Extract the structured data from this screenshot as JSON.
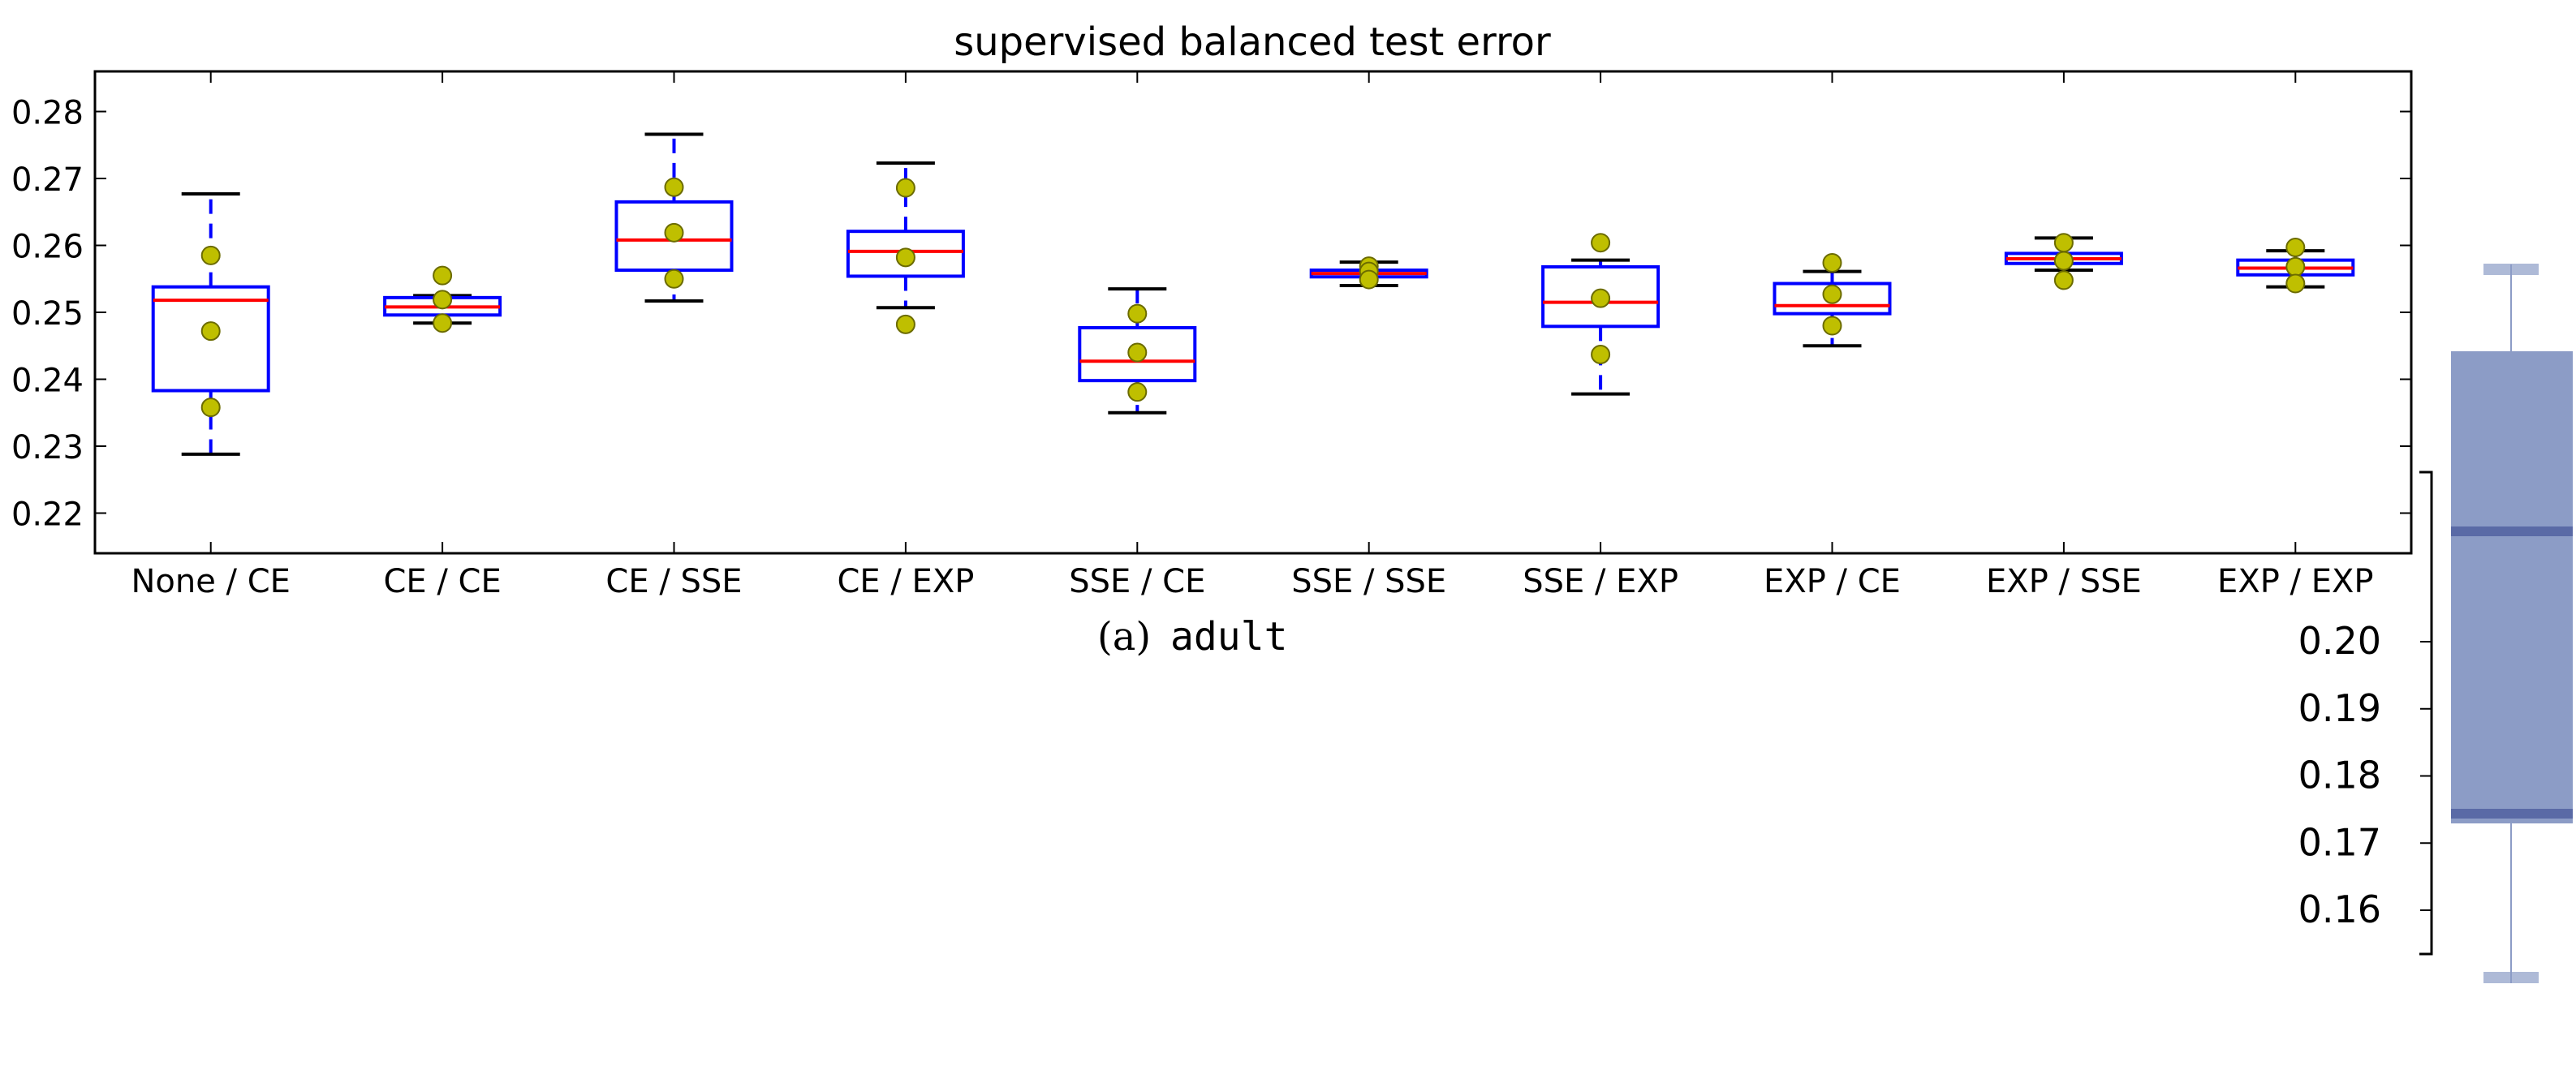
{
  "chart_data": {
    "type": "box",
    "title": "supervised balanced test error",
    "caption": {
      "prefix": "(a)",
      "name": "adult"
    },
    "ylim": [
      0.214,
      0.286
    ],
    "yticks": [
      0.22,
      0.23,
      0.24,
      0.25,
      0.26,
      0.27,
      0.28
    ],
    "categories": [
      "None / CE",
      "CE / CE",
      "CE / SSE",
      "CE / EXP",
      "SSE / CE",
      "SSE / SSE",
      "SSE / EXP",
      "EXP / CE",
      "EXP / SSE",
      "EXP / EXP"
    ],
    "boxes": [
      {
        "whislo": 0.2288,
        "q1": 0.2383,
        "med": 0.2518,
        "q3": 0.2538,
        "whishi": 0.2677,
        "points": [
          0.2585,
          0.2472,
          0.2358
        ]
      },
      {
        "whislo": 0.2484,
        "q1": 0.2496,
        "med": 0.2508,
        "q3": 0.2522,
        "whishi": 0.2525,
        "points": [
          0.2555,
          0.2519,
          0.2484
        ]
      },
      {
        "whislo": 0.2517,
        "q1": 0.2563,
        "med": 0.2608,
        "q3": 0.2665,
        "whishi": 0.2766,
        "points": [
          0.2687,
          0.2619,
          0.255
        ]
      },
      {
        "whislo": 0.2507,
        "q1": 0.2554,
        "med": 0.2591,
        "q3": 0.2621,
        "whishi": 0.2723,
        "points": [
          0.2686,
          0.2582,
          0.2482
        ]
      },
      {
        "whislo": 0.235,
        "q1": 0.2398,
        "med": 0.2427,
        "q3": 0.2477,
        "whishi": 0.2535,
        "points": [
          0.2498,
          0.244,
          0.2381
        ]
      },
      {
        "whislo": 0.254,
        "q1": 0.2553,
        "med": 0.2558,
        "q3": 0.2563,
        "whishi": 0.2575,
        "points": [
          0.2569,
          0.2561,
          0.2549
        ]
      },
      {
        "whislo": 0.2378,
        "q1": 0.2479,
        "med": 0.2515,
        "q3": 0.2568,
        "whishi": 0.2578,
        "points": [
          0.2604,
          0.2521,
          0.2437
        ]
      },
      {
        "whislo": 0.245,
        "q1": 0.2498,
        "med": 0.251,
        "q3": 0.2543,
        "whishi": 0.2561,
        "points": [
          0.2574,
          0.2527,
          0.248
        ]
      },
      {
        "whislo": 0.2563,
        "q1": 0.2573,
        "med": 0.258,
        "q3": 0.2588,
        "whishi": 0.2611,
        "points": [
          0.2604,
          0.2577,
          0.2548
        ]
      },
      {
        "whislo": 0.2538,
        "q1": 0.2556,
        "med": 0.2566,
        "q3": 0.2578,
        "whishi": 0.2592,
        "points": [
          0.2597,
          0.2568,
          0.2543
        ]
      }
    ],
    "colors": {
      "box": "#0000ff",
      "median": "#ff0000",
      "whisker_cap": "#000000",
      "point_fill": "#bfbf00",
      "point_edge": "#6b6b00"
    },
    "grid": false,
    "legend": "none",
    "side_fragment": {
      "ytick_labels": [
        "0.20",
        "0.19",
        "0.18",
        "0.17",
        "0.16"
      ],
      "box_color": "#8c9cc6"
    }
  }
}
